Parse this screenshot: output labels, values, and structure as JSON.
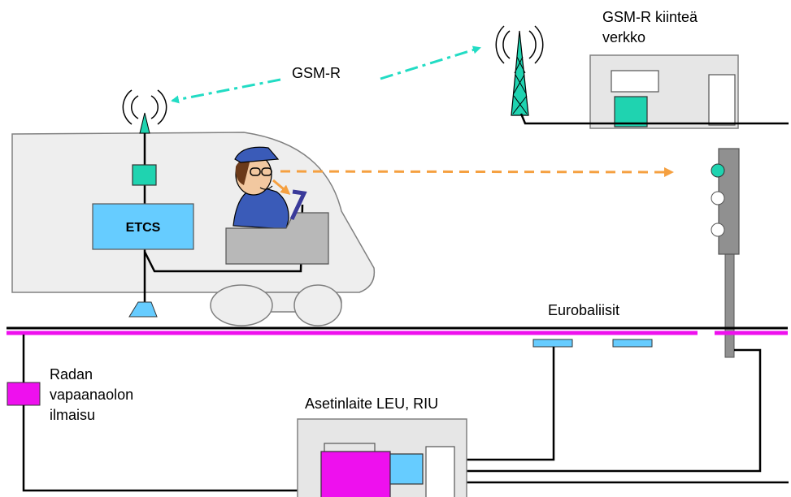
{
  "labels": {
    "gsmr": "GSM-R",
    "gsmr_network_line1": "GSM-R kiinteä",
    "gsmr_network_line2": "verkko",
    "etcs": "ETCS",
    "eurobalises": "Eurobaliisit",
    "track_detection_line1": "Radan",
    "track_detection_line2": "vapaanaolon",
    "track_detection_line3": "ilmaisu",
    "interlocking": "Asetinlaite LEU, RIU"
  },
  "colors": {
    "teal": "#1fd3b0",
    "radio_link": "#22dcc4",
    "orange": "#f5a040",
    "magenta": "#ee10ee",
    "light_blue": "#66ccff",
    "train_body": "#eeeeee",
    "building": "#e6e6e6",
    "cab": "#b8b8b8",
    "signal": "#909090"
  },
  "icons": {
    "train_antenna": "antenna-icon",
    "radio_tower": "radio-tower-icon",
    "driver": "train-driver-icon",
    "signal": "railway-signal-icon"
  }
}
